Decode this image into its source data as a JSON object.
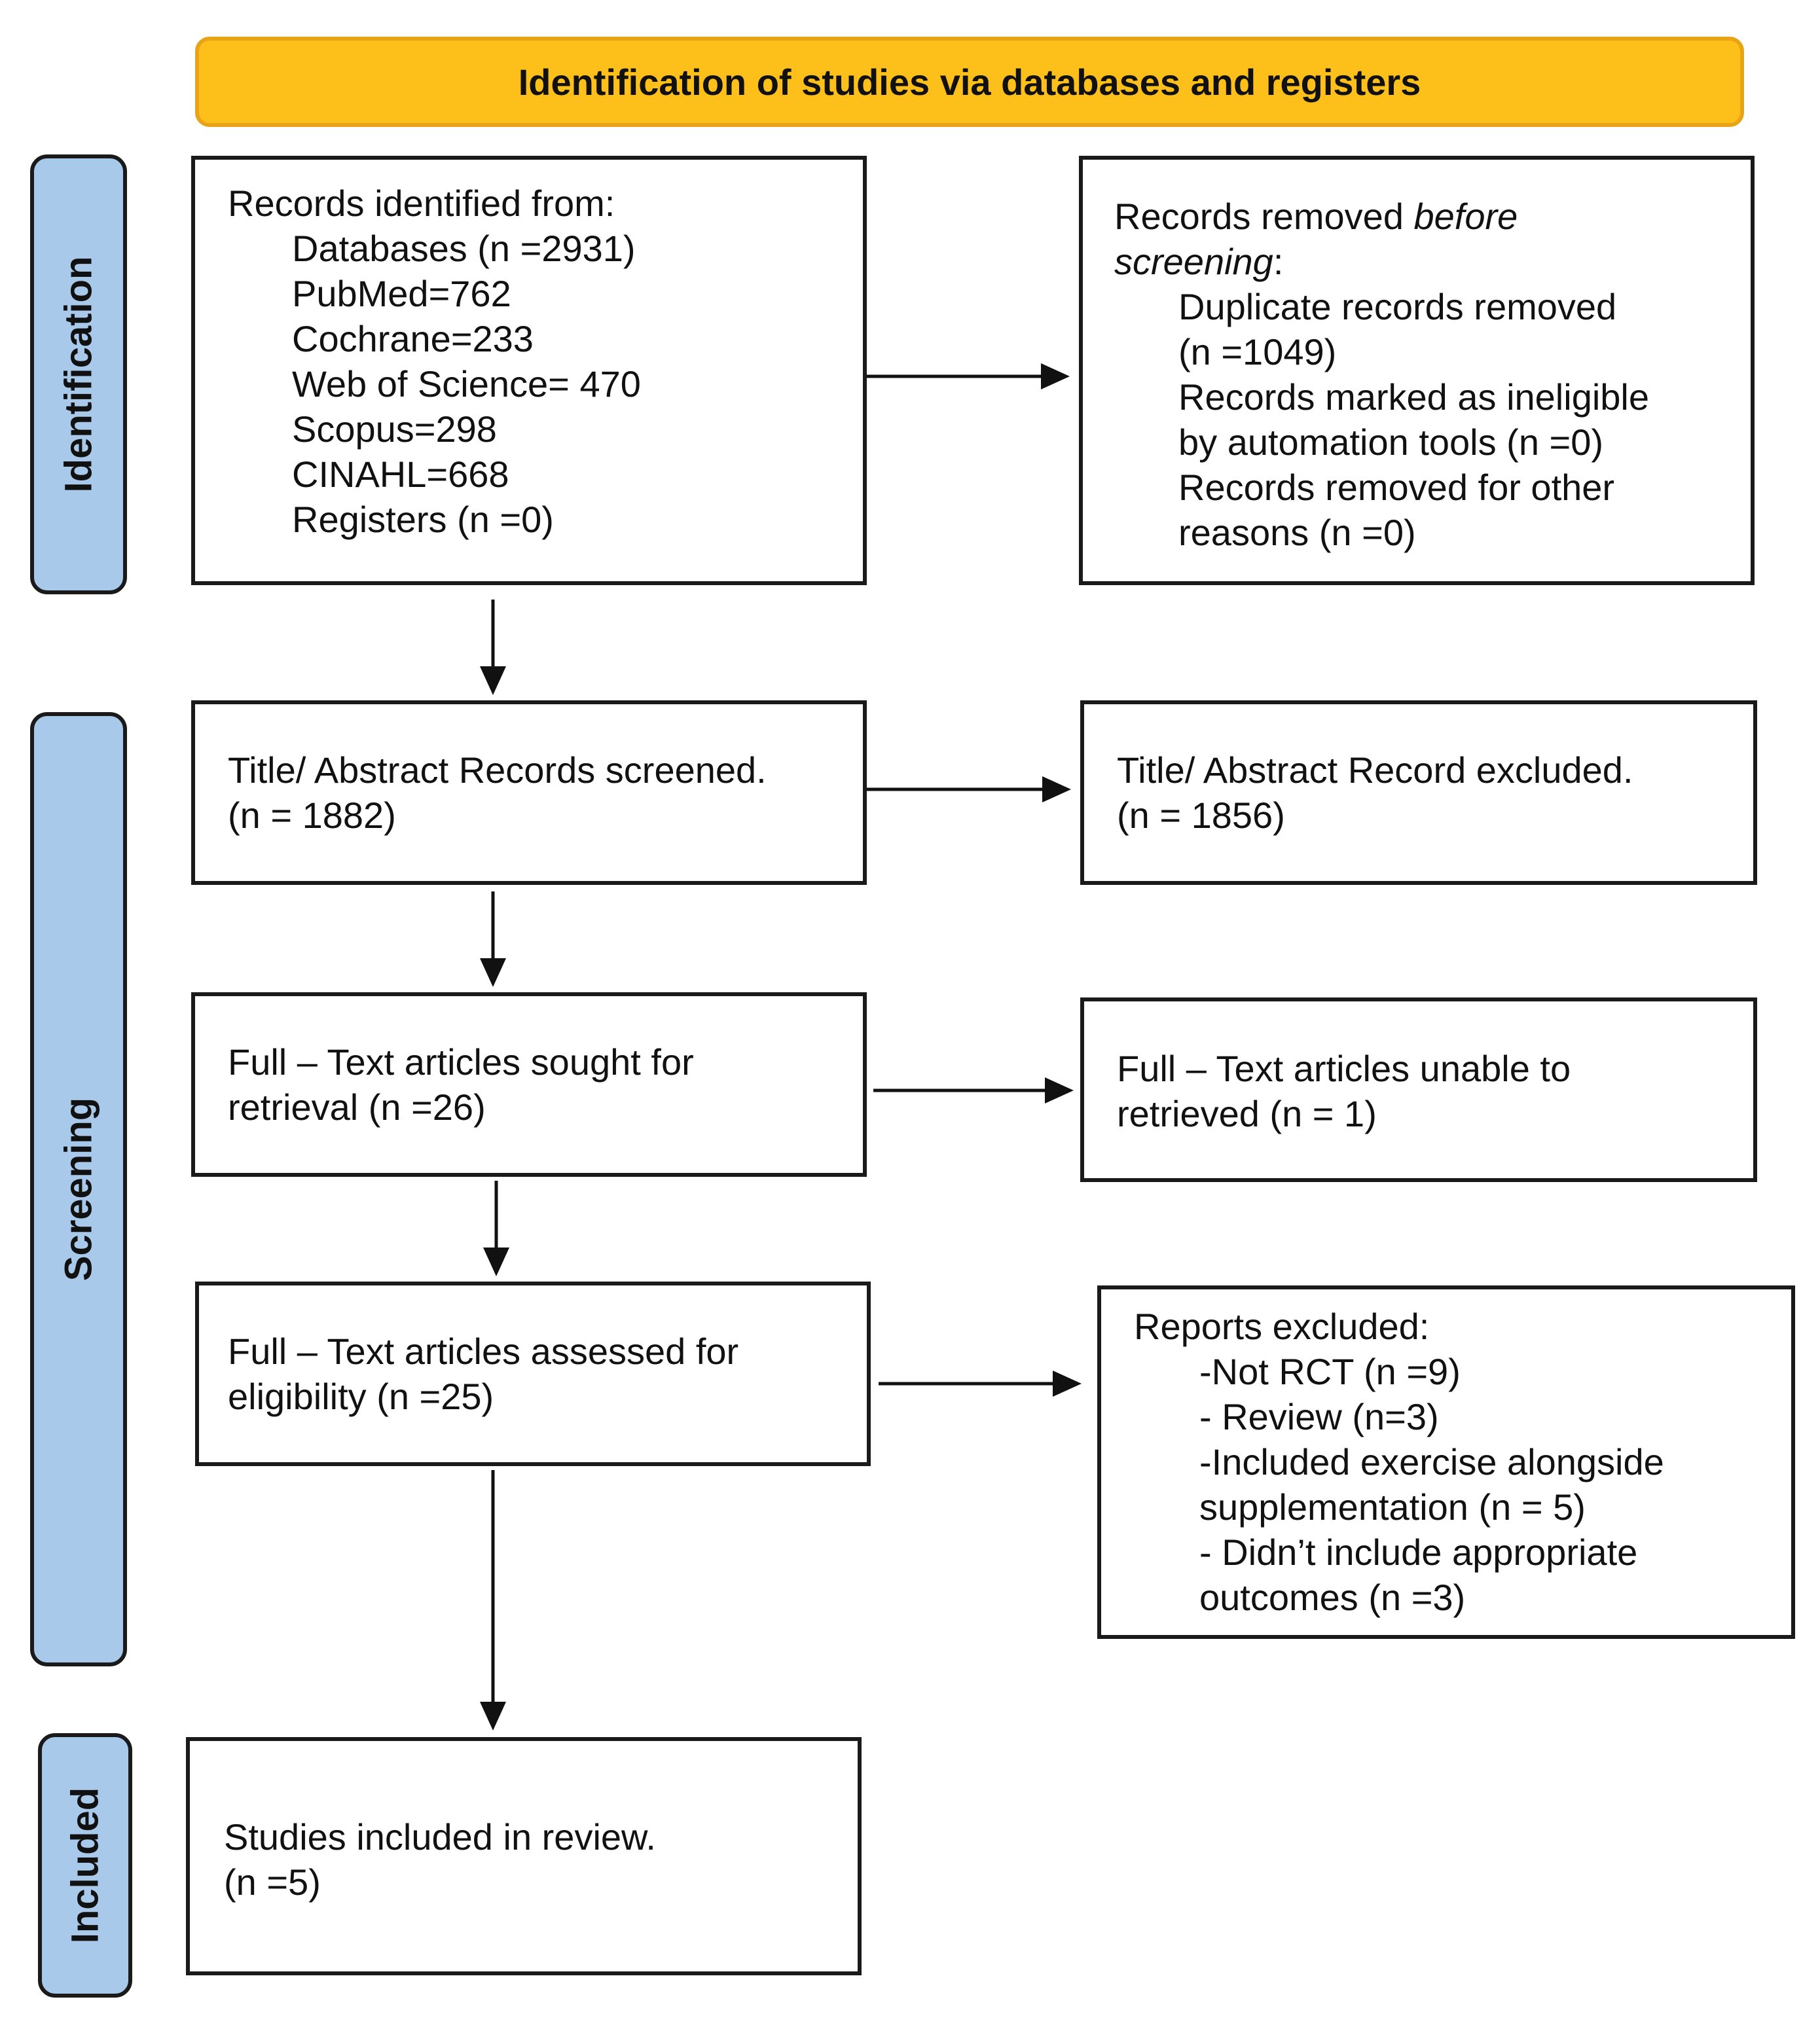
{
  "banner": {
    "title": "Identification of studies via databases and registers",
    "color": "#FDC01B"
  },
  "phases": {
    "identification": "Identification",
    "screening": "Screening",
    "included": "Included",
    "color": "#A8C9EA"
  },
  "boxes": {
    "records_identified": {
      "heading": "Records identified from:",
      "lines": [
        "Databases (n =2931)",
        "PubMed=762",
        "Cochrane=233",
        "Web of Science= 470",
        "Scopus=298",
        "CINAHL=668",
        "Registers (n =0)"
      ]
    },
    "records_removed": {
      "heading_prefix": "Records removed ",
      "heading_italic_1": "before",
      "heading_italic_2": "screening",
      "heading_suffix": ":",
      "lines": [
        "Duplicate records removed",
        "(n =1049)",
        "Records marked as ineligible",
        "by automation tools (n =0)",
        "Records removed for other",
        "reasons (n =0)"
      ]
    },
    "title_screened": {
      "line1": "Title/ Abstract Records screened.",
      "line2": "(n = 1882)"
    },
    "title_excluded": {
      "line1": "Title/ Abstract Record excluded.",
      "line2": "(n = 1856)"
    },
    "fulltext_sought": {
      "line1": "Full – Text articles sought for",
      "line2": "retrieval (n =26)"
    },
    "fulltext_unable": {
      "line1": "Full – Text articles unable to",
      "line2": "retrieved (n = 1)"
    },
    "fulltext_assessed": {
      "line1": "Full – Text articles assessed for",
      "line2": "eligibility (n =25)"
    },
    "reports_excluded": {
      "heading": "Reports excluded:",
      "lines": [
        "-Not RCT (n =9)",
        "- Review (n=3)",
        "-Included exercise alongside",
        "supplementation (n = 5)",
        "- Didn’t include appropriate",
        "outcomes (n =3)"
      ]
    },
    "included": {
      "line1": "Studies included in review.",
      "line2": "(n =5)"
    }
  }
}
